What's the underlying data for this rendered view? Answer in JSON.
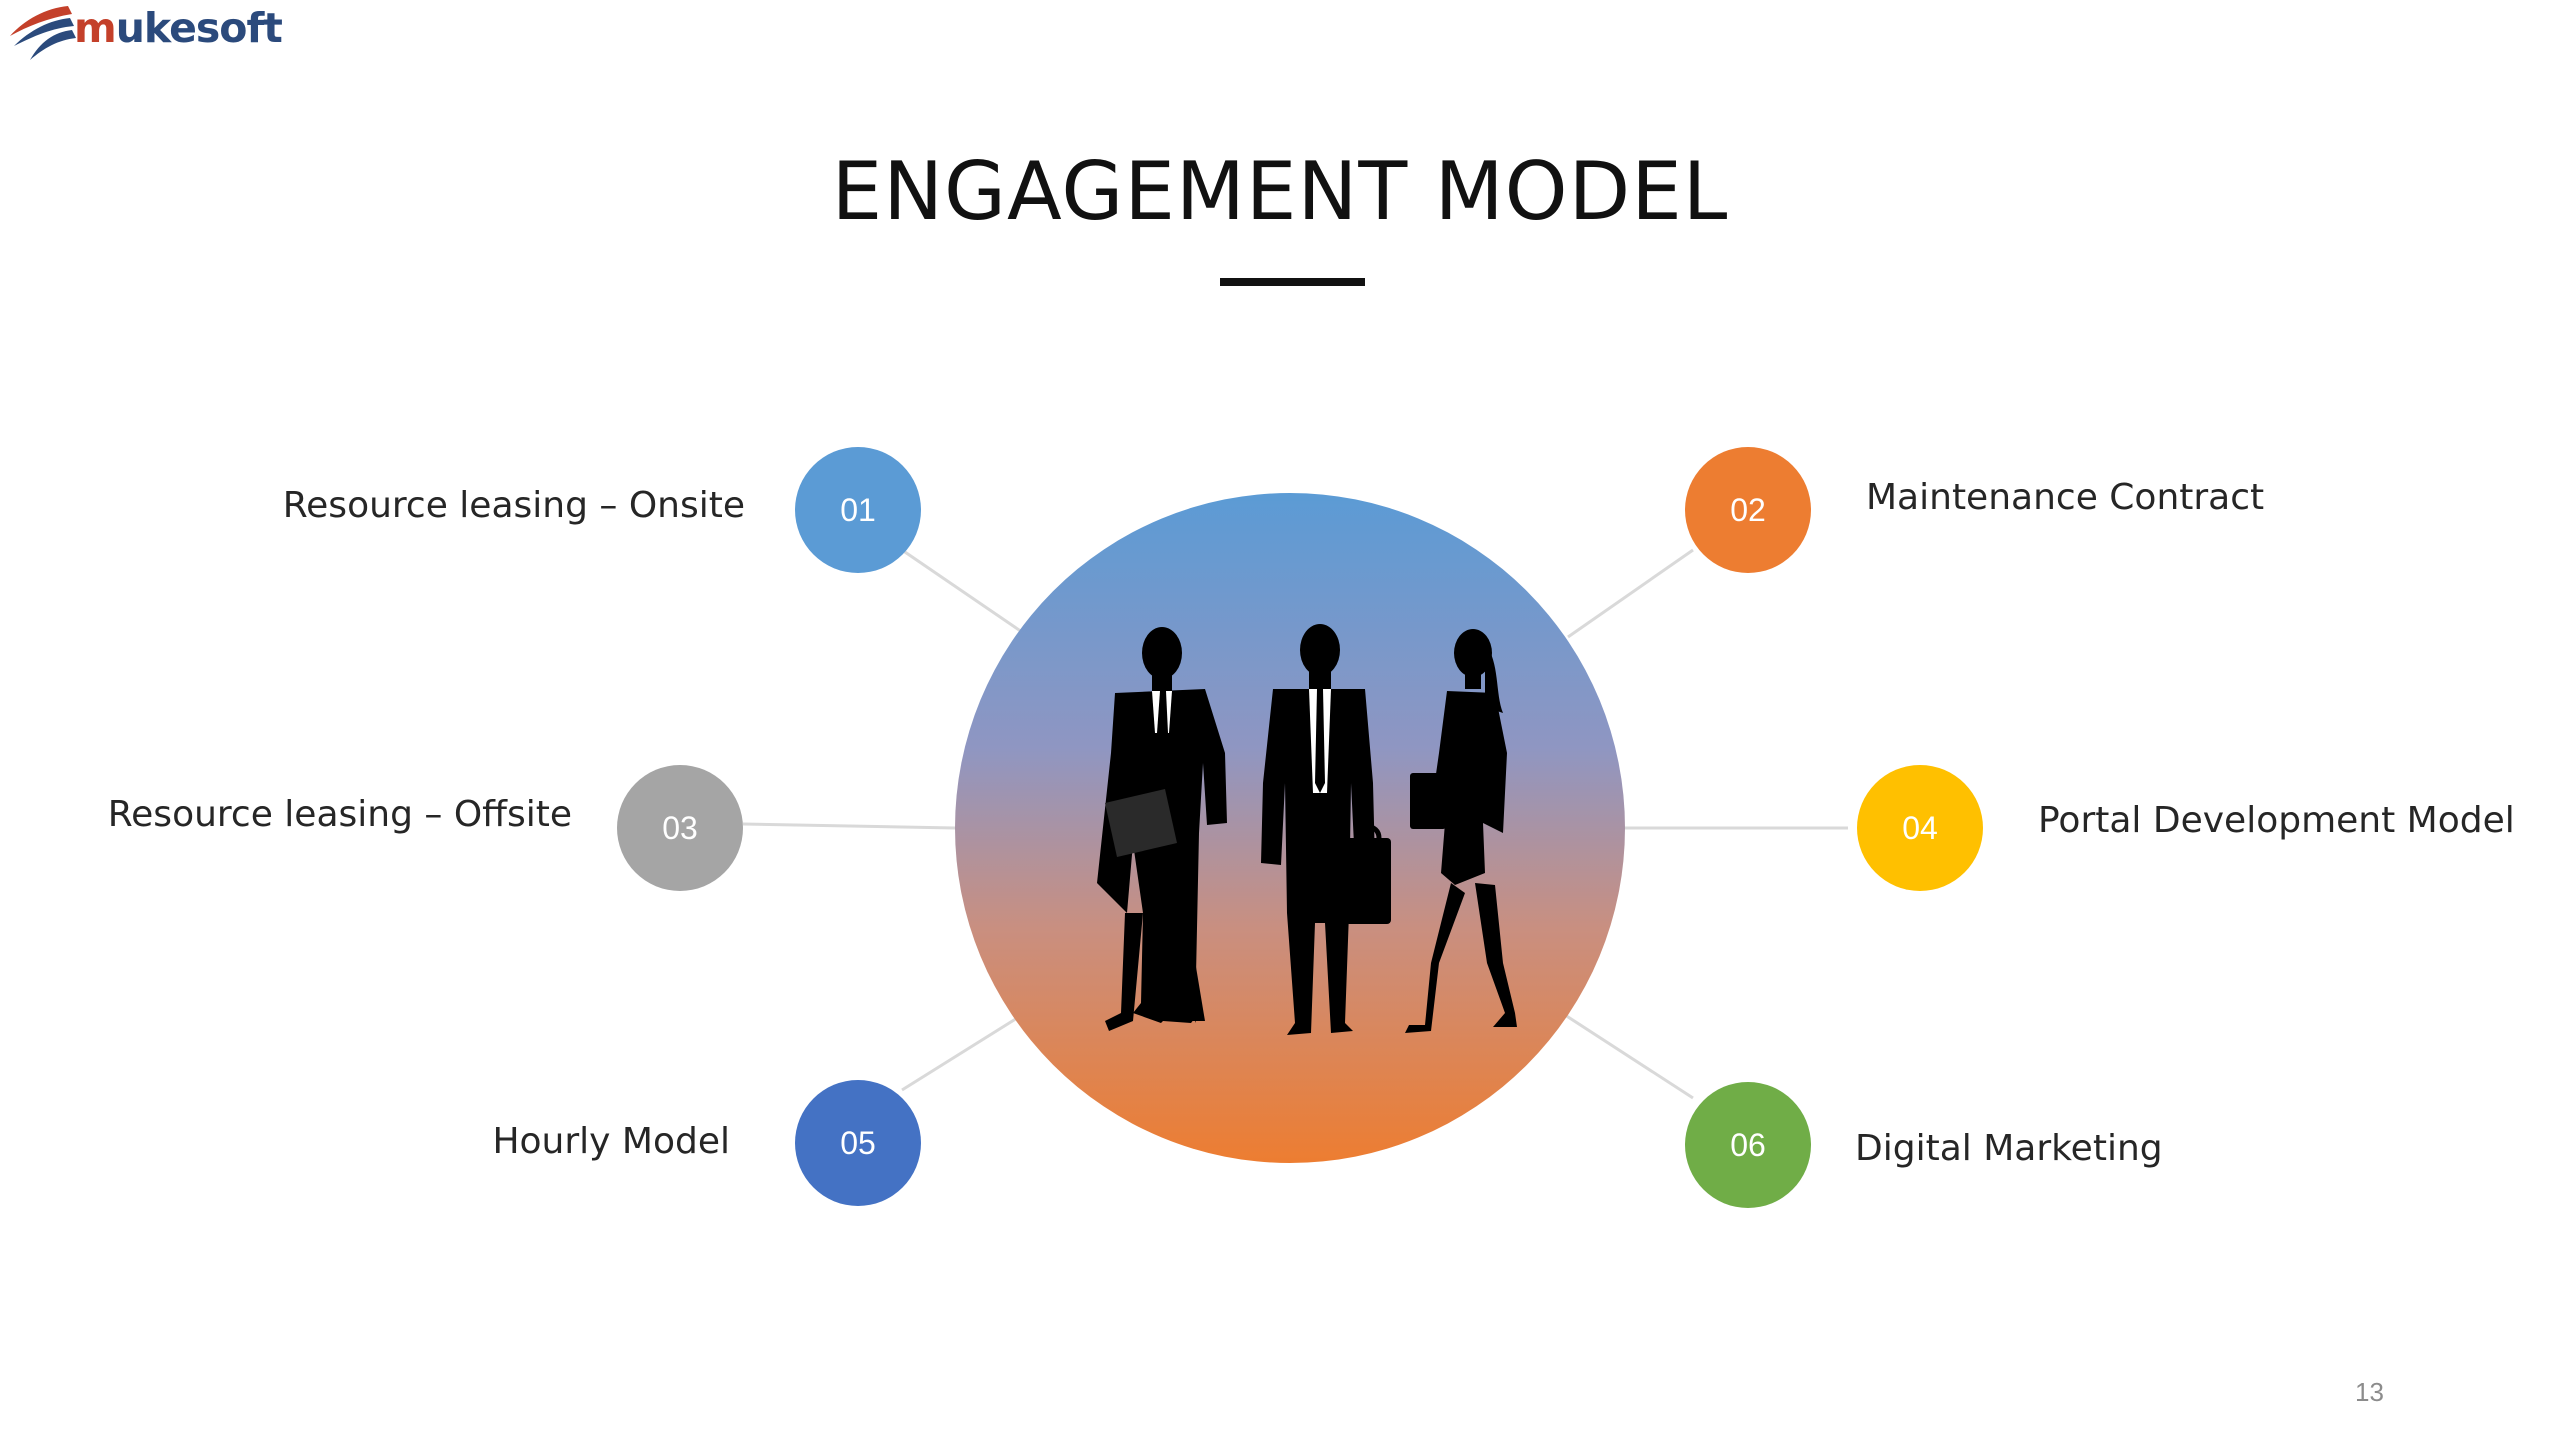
{
  "logo": {
    "text_prefix": "m",
    "text_rest": "ukesoft",
    "icon": "swoosh-logo-icon"
  },
  "title": "ENGAGEMENT MODEL",
  "page_number": "13",
  "hub": {
    "icon": "business-people-silhouette-icon"
  },
  "nodes": [
    {
      "number": "01",
      "label": "Resource leasing – Onsite",
      "color": "#5b9bd5"
    },
    {
      "number": "02",
      "label": "Maintenance Contract",
      "color": "#ed7d31"
    },
    {
      "number": "03",
      "label": "Resource leasing – Offsite",
      "color": "#a5a5a5"
    },
    {
      "number": "04",
      "label": "Portal Development Model",
      "color": "#ffc000"
    },
    {
      "number": "05",
      "label": "Hourly Model",
      "color": "#4472c4"
    },
    {
      "number": "06",
      "label": "Digital Marketing",
      "color": "#70ad47"
    }
  ],
  "colors": {
    "hub_top": "#5b9bd5",
    "hub_bottom": "#ed7d31",
    "connector": "#d9d9d9"
  }
}
